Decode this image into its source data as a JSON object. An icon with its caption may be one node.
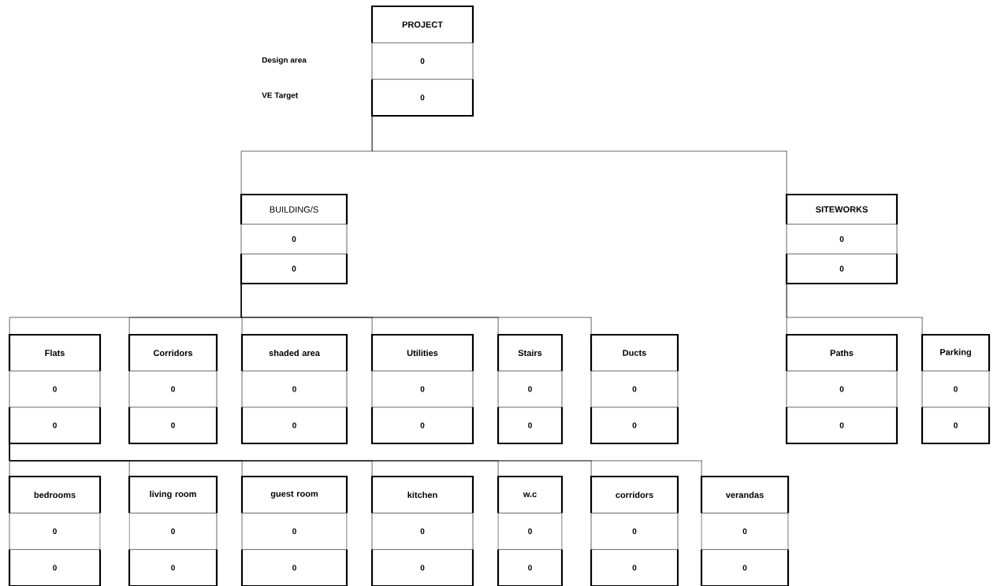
{
  "diagram": {
    "nodes": [
      {
        "text": [
          "PROJECT",
          "0",
          "0"
        ]
      },
      {
        "text": [
          "BUILDING/S",
          "0",
          "0"
        ]
      },
      {
        "text": [
          "SITEWORKS",
          "0",
          "0"
        ]
      },
      {
        "text": [
          "Flats",
          "0",
          "0"
        ]
      },
      {
        "text": [
          "Corridors",
          "0",
          "0"
        ]
      },
      {
        "text": [
          "shaded area",
          "0",
          "0"
        ]
      },
      {
        "text": [
          "Utilities",
          "0",
          "0"
        ]
      },
      {
        "text": [
          "Stairs",
          "0",
          "0"
        ]
      },
      {
        "text": [
          "Ducts",
          "0",
          "0"
        ]
      },
      {
        "text": [
          "Paths",
          "0",
          "0"
        ]
      },
      {
        "text": [
          "Parking",
          "0",
          "0"
        ]
      },
      {
        "text": [
          "bedrooms",
          "0",
          "0"
        ]
      },
      {
        "text": [
          "living room",
          "0",
          "0"
        ]
      },
      {
        "text": [
          "guest room",
          "0",
          "0"
        ]
      },
      {
        "text": [
          "kitchen",
          "0",
          "0"
        ]
      },
      {
        "text": [
          "w.c",
          "0",
          "0"
        ]
      },
      {
        "text": [
          "corridors",
          "0",
          "0"
        ]
      },
      {
        "text": [
          "verandas",
          "0",
          "0"
        ]
      }
    ],
    "edges": [
      {
        "from": 0,
        "to": 1,
        "arrow": "none"
      },
      {
        "from": 0,
        "to": 2,
        "arrow": "none"
      },
      {
        "from": 1,
        "to": 3,
        "arrow": "none"
      },
      {
        "from": 1,
        "to": 4,
        "arrow": "none"
      },
      {
        "from": 1,
        "to": 5,
        "arrow": "none"
      },
      {
        "from": 1,
        "to": 6,
        "arrow": "none"
      },
      {
        "from": 1,
        "to": 7,
        "arrow": "none"
      },
      {
        "from": 1,
        "to": 8,
        "arrow": "none"
      },
      {
        "from": 2,
        "to": 9,
        "arrow": "none"
      },
      {
        "from": 2,
        "to": 10,
        "arrow": "none"
      },
      {
        "from": 3,
        "to": 11,
        "arrow": "none"
      },
      {
        "from": 3,
        "to": 12,
        "arrow": "none"
      },
      {
        "from": 3,
        "to": 13,
        "arrow": "none"
      },
      {
        "from": 3,
        "to": 14,
        "arrow": "none"
      },
      {
        "from": 3,
        "to": 15,
        "arrow": "none"
      },
      {
        "from": 3,
        "to": 16,
        "arrow": "none"
      },
      {
        "from": 3,
        "to": 17,
        "arrow": "none"
      }
    ],
    "labels": [
      "Design area",
      "VE Target"
    ]
  }
}
